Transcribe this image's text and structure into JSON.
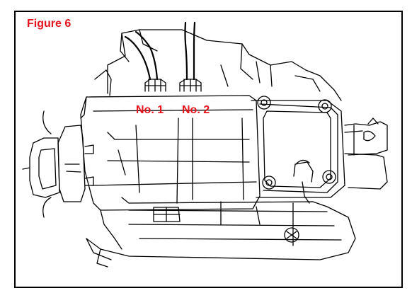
{
  "figure": {
    "label": "Figure 6",
    "label_color": "#e8141c"
  },
  "callouts": {
    "no1": "No. 1",
    "no2": "No. 2"
  },
  "illustration": {
    "subject": "transmission-assembly-line-drawing"
  }
}
